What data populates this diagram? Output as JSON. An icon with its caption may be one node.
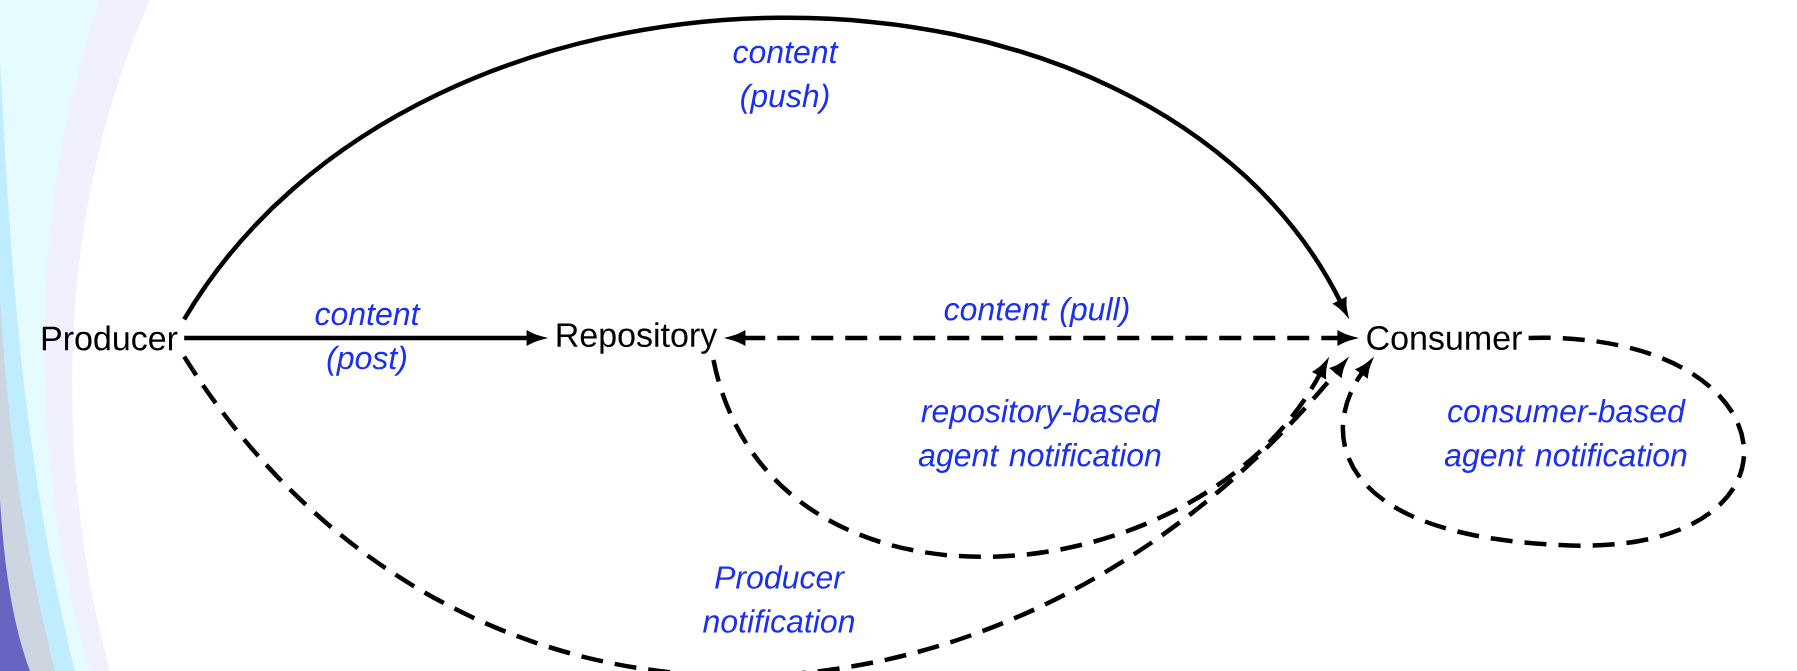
{
  "diagram": {
    "nodes": [
      {
        "text": [
          "Producer"
        ]
      },
      {
        "text": [
          "Repository"
        ]
      },
      {
        "text": [
          "Consumer"
        ]
      }
    ],
    "edges": [
      {
        "from": 0,
        "to": 2,
        "arrow": "to",
        "label": "content (push)"
      },
      {
        "from": 0,
        "to": 1,
        "arrow": "to",
        "label": "content (post)"
      },
      {
        "from": 1,
        "to": 2,
        "arrow": "both",
        "label": "content (pull)",
        "style": "dashed"
      },
      {
        "from": 1,
        "to": 2,
        "arrow": "to",
        "label": "repository-based agent notification",
        "style": "dashed"
      },
      {
        "from": 2,
        "to": 2,
        "arrow": "to",
        "label": "consumer-based agent notification",
        "style": "dashed"
      },
      {
        "from": 0,
        "to": 2,
        "arrow": "to",
        "label": "Producer notification",
        "style": "dashed"
      }
    ]
  }
}
